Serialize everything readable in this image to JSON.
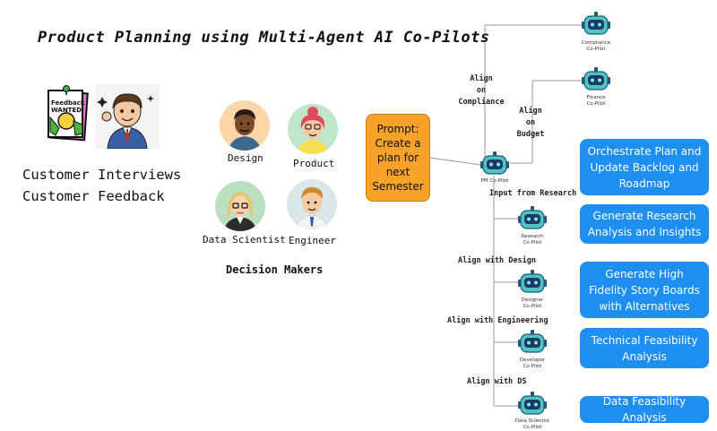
{
  "title": "Product Planning using Multi-Agent AI Co-Pilots",
  "feedback_card": {
    "line1": "Feedback",
    "line2": "WANTED"
  },
  "customer": {
    "line1": "Customer Interviews",
    "line2": "Customer Feedback"
  },
  "decision_makers": {
    "label": "Decision Makers",
    "people": [
      {
        "label": "Design"
      },
      {
        "label": "Product"
      },
      {
        "label": "Data Scientist"
      },
      {
        "label": "Engineer"
      }
    ]
  },
  "prompt": {
    "text": "Prompt: Create a plan for next Semester"
  },
  "bots": {
    "pm": {
      "line1": "PM Co-Pilot"
    },
    "compliance": {
      "line1": "Compliance",
      "line2": "Co-Pilot"
    },
    "finance": {
      "line1": "Finance",
      "line2": "Co-Pilot"
    },
    "research": {
      "line1": "Research",
      "line2": "Co-Pilot"
    },
    "designer": {
      "line1": "Designer",
      "line2": "Co-Pilot"
    },
    "developer": {
      "line1": "Developer",
      "line2": "Co-Pilot"
    },
    "ds": {
      "line1": "Data Scientist",
      "line2": "Co-Pilot"
    }
  },
  "align_labels": {
    "compliance": {
      "line1": "Align",
      "line2": "on",
      "line3": "Compliance"
    },
    "budget": {
      "line1": "Align",
      "line2": "on",
      "line3": "Budget"
    },
    "research": "Input from Research",
    "design": "Align with Design",
    "engineering": "Align with Engineering",
    "ds": "Align with DS"
  },
  "outputs": [
    {
      "text": "Orchestrate Plan and Update Backlog and Roadmap"
    },
    {
      "text": "Generate Research Analysis and Insights"
    },
    {
      "text": "Generate High Fidelity Story Boards with Alternatives"
    },
    {
      "text": "Technical Feasibility Analysis"
    },
    {
      "text": "Data Feasibility Analysis"
    }
  ],
  "colors": {
    "output_blue": "#1f8ef1",
    "prompt_orange": "#f7a229",
    "bot_teal": "#4fc3c3"
  }
}
